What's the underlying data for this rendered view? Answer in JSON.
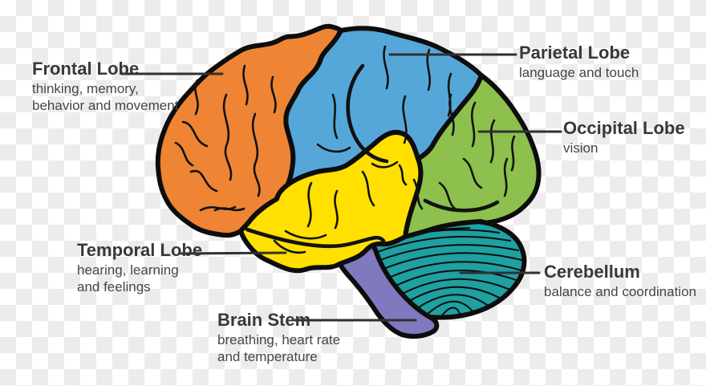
{
  "labels": {
    "frontal": {
      "title": "Frontal Lobe",
      "desc": "thinking, memory,\nbehavior and movement"
    },
    "parietal": {
      "title": "Parietal Lobe",
      "desc": "language and touch"
    },
    "occipital": {
      "title": "Occipital Lobe",
      "desc": "vision"
    },
    "temporal": {
      "title": "Temporal Lobe",
      "desc": "hearing, learning\nand feelings"
    },
    "cerebellum": {
      "title": "Cerebellum",
      "desc": "balance and coordination"
    },
    "brainstem": {
      "title": "Brain Stem",
      "desc": "breathing, heart rate\nand temperature"
    }
  },
  "colors": {
    "frontal": "#EE8434",
    "parietal": "#55A7DA",
    "occipital": "#8DC04D",
    "temporal": "#FFE000",
    "cerebellum": "#1FA0A1",
    "brainstem": "#8179BE",
    "outline": "#0D0D0D",
    "leader_line": "#303030",
    "checker_light": "#FFFFFF",
    "checker_dark": "#ECECEC"
  }
}
